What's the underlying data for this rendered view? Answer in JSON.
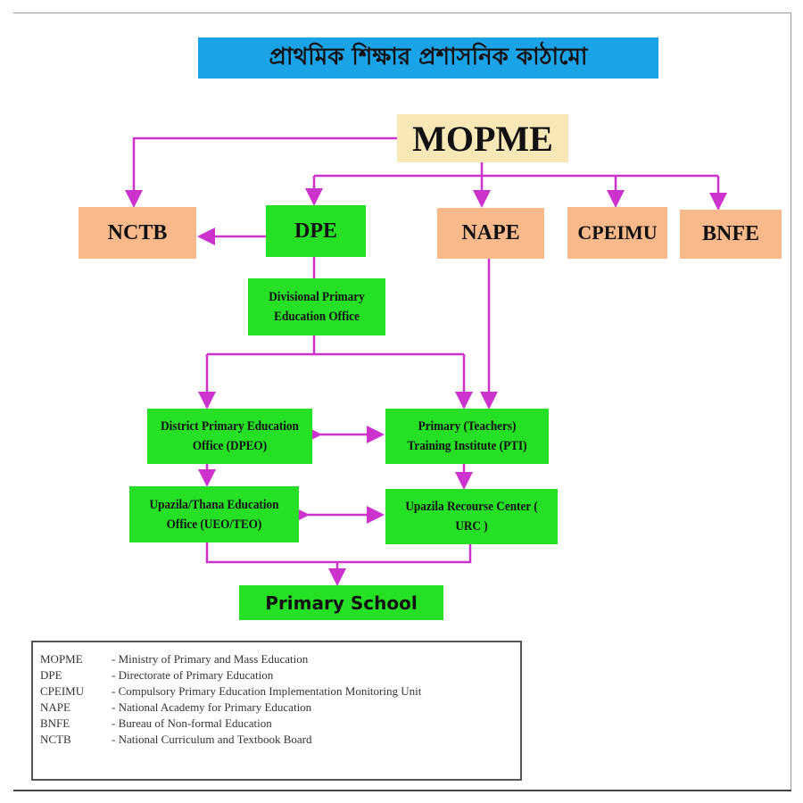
{
  "title": "প্রাথমিক শিক্ষার প্রশাসনিক কাঠামো",
  "nodes": {
    "mopme": "MOPME",
    "nctb": "NCTB",
    "dpe": "DPE",
    "nape": "NAPE",
    "cpeimu": "CPEIMU",
    "bnfe": "BNFE",
    "divisional": "Divisional Primary Education Office",
    "dpeo": "District Primary Education Office (DPEO)",
    "pti": "Primary (Teachers) Training Institute (PTI)",
    "ueo": "Upazila/Thana Education Office (UEO/TEO)",
    "urc": "Upazila Recourse Center ( URC )",
    "school": "Primary School"
  },
  "legend": [
    {
      "abbr": "MOPME",
      "full": "- Ministry of Primary and Mass Education"
    },
    {
      "abbr": "DPE",
      "full": "- Directorate of Primary Education"
    },
    {
      "abbr": "CPEIMU",
      "full": "- Compulsory Primary Education Implementation Monitoring Unit"
    },
    {
      "abbr": "NAPE",
      "full": "- National Academy for Primary Education"
    },
    {
      "abbr": "BNFE",
      "full": "- Bureau of Non-formal Education"
    },
    {
      "abbr": "NCTB",
      "full": "- National Curriculum and Textbook Board"
    }
  ],
  "colors": {
    "line": "#cc33cc",
    "green": "#25e025",
    "orange": "#f9b98a",
    "title": "#1ba3e8",
    "mopme": "#f8e8b8"
  }
}
